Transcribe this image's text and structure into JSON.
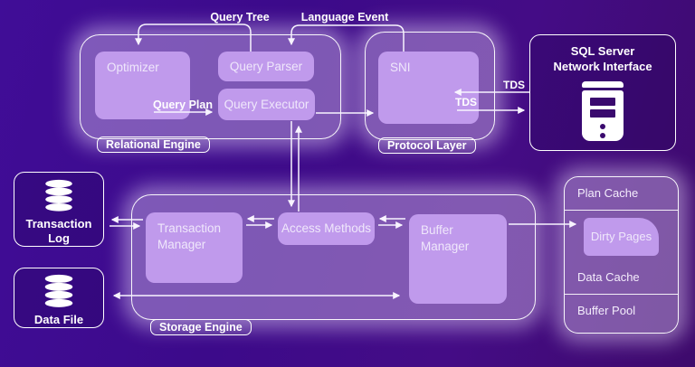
{
  "edge_labels": {
    "query_tree": "Query Tree",
    "language_event": "Language Event",
    "query_plan": "Query Plan",
    "tds_top": "TDS",
    "tds_bottom": "TDS"
  },
  "relational_engine": {
    "tag": "Relational Engine",
    "optimizer": "Optimizer",
    "query_parser": "Query Parser",
    "query_executor": "Query Executor"
  },
  "protocol_layer": {
    "tag": "Protocol Layer",
    "sni": "SNI"
  },
  "network_interface": {
    "line1": "SQL Server",
    "line2": "Network Interface"
  },
  "storage_engine": {
    "tag": "Storage Engine",
    "transaction_manager": "Transaction Manager",
    "access_methods": "Access Methods",
    "buffer_manager": "Buffer Manager"
  },
  "stores": {
    "transaction_log": "Transaction Log",
    "data_file": "Data File"
  },
  "cache_panel": {
    "plan_cache": "Plan Cache",
    "dirty_pages": "Dirty Pages",
    "data_cache": "Data Cache",
    "buffer_pool": "Buffer Pool"
  },
  "colors": {
    "background_start": "#400d97",
    "background_end": "#3e0a6c",
    "container_fill": "rgba(224,206,246,0.40)",
    "node_fill": "#c09aec",
    "border": "#ffffff",
    "line": "#f8f4ff",
    "glow": "rgba(238,224,255,0.48)"
  }
}
